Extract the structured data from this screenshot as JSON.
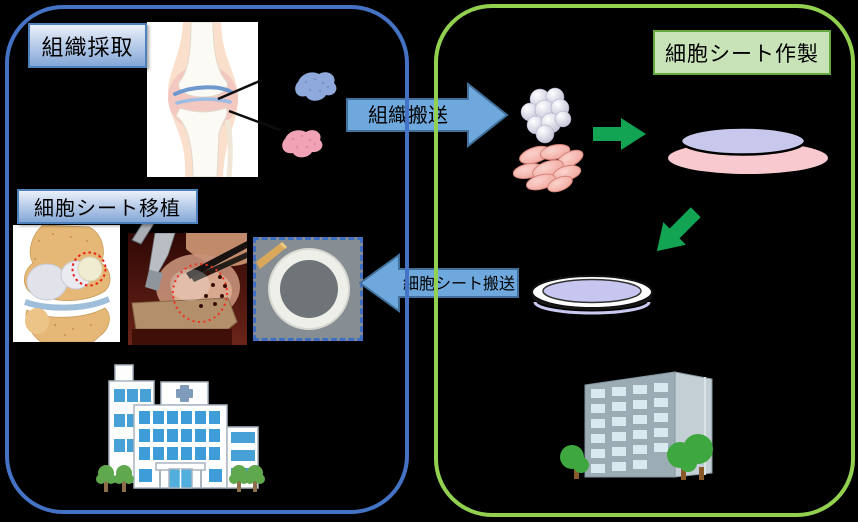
{
  "diagram_title": "cell-sheet therapy workflow",
  "panels": {
    "left": {
      "name": "hospital-side",
      "border_color": "#4472C4"
    },
    "right": {
      "name": "cell-processing-facility-side",
      "border_color": "#92D050"
    }
  },
  "labels": {
    "tissue_harvest": {
      "text": "組織採取",
      "fill_top": "#EAF0F9",
      "fill_bottom": "#84A7D8",
      "border": "#4F81BD"
    },
    "cell_sheet_transplant": {
      "text": "細胞シート移植",
      "fill_top": "#EAF0F9",
      "fill_bottom": "#84A7D8",
      "border": "#4F81BD"
    },
    "cell_sheet_production": {
      "text": "細胞シート作製",
      "fill": "#C9E3B8",
      "border": "#65A83E"
    }
  },
  "arrows": {
    "tissue_transport": {
      "text": "組織搬送",
      "direction": "right",
      "fill": "#6FA8DC",
      "border": "#41719C"
    },
    "cell_sheet_transport": {
      "text": "細胞シート搬送",
      "direction": "left",
      "fill": "#6FA8DC",
      "border": "#41719C"
    },
    "to_dish": {
      "direction": "right",
      "fill": "#12A452"
    },
    "to_transport": {
      "direction": "down-left",
      "fill": "#12A452"
    }
  },
  "illustrations": {
    "knee_joint": {
      "name": "knee-joint-illustration",
      "cartilage_color": "#6F99CE",
      "skin_color": "#FAE0CC"
    },
    "tissue_blob_blue": {
      "name": "harvested-tissue-blue",
      "color": "#8FA9DC"
    },
    "tissue_blob_pink": {
      "name": "harvested-tissue-pink",
      "color": "#EFA3B5"
    },
    "cell_cluster_white": {
      "name": "isolated-cells-white",
      "color": "#C9CADB"
    },
    "cell_cluster_pink": {
      "name": "isolated-cells-pink",
      "color": "#F2A79E"
    },
    "culture_dish_lidded": {
      "name": "culture-dish-with-lid",
      "base_color": "#F8CAD0",
      "lid_color": "#C8C8EC"
    },
    "culture_dish_sheet": {
      "name": "culture-dish-cell-sheet",
      "ring_color": "#FFFFFF",
      "media_color": "#C6C6F0"
    },
    "knee_transplant": {
      "name": "knee-transplant-illustration",
      "marker_color": "#E8221C"
    },
    "surgery_photo": {
      "name": "surgery-photo",
      "marker_color": "#F03020"
    },
    "cell_sheet_photo": {
      "name": "cell-sheet-photo",
      "frame_color": "#3E6FC1"
    },
    "hospital": {
      "name": "hospital-building",
      "window_color": "#3E9CD8"
    },
    "facility": {
      "name": "cell-processing-facility-building",
      "window_color": "#D8E9F0"
    }
  }
}
